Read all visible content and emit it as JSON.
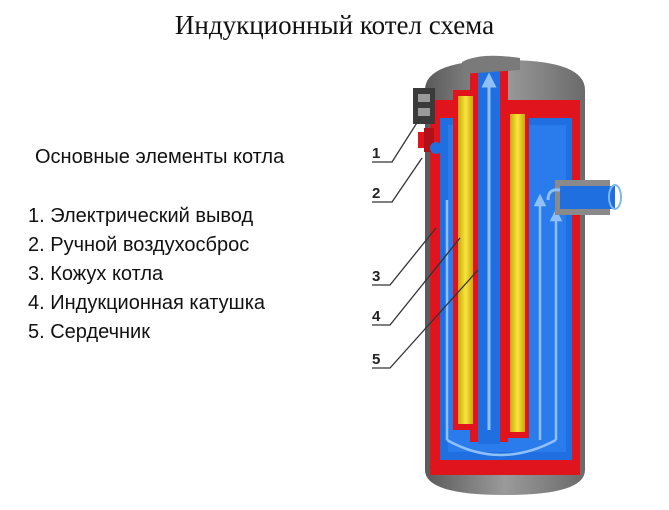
{
  "title": "Индукционный котел схема",
  "legend": {
    "heading": "Основные элементы котла",
    "items": [
      "1. Электрический вывод",
      "2. Ручной воздухосброс",
      "3. Кожух котла",
      "4. Индукционная катушка",
      "5. Сердечник"
    ]
  },
  "callouts": [
    "1",
    "2",
    "3",
    "4",
    "5"
  ],
  "colors": {
    "casing_red": "#e0141c",
    "water_blue": "#1f6fe0",
    "flow_light_blue": "#7fb6f5",
    "coil_yellow": "#f2dc2a",
    "metal_gray": "#8a8a8a"
  }
}
